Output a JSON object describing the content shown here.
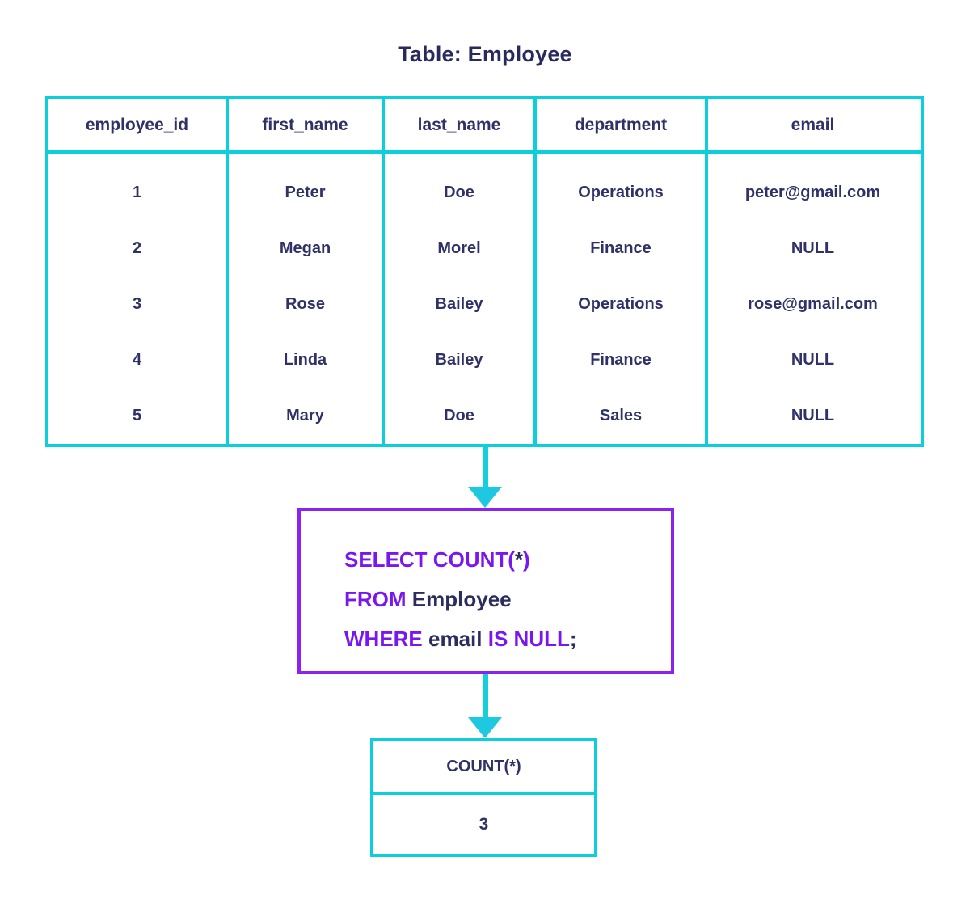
{
  "title": "Table: Employee",
  "colors": {
    "table_border": "#0dcfdc",
    "query_border": "#8b22f0",
    "keyword": "#7a16ef",
    "identifier": "#2b2d5f",
    "text": "#2f3167",
    "arrow": "#14cfdc"
  },
  "employee_table": {
    "columns": [
      {
        "key": "employee_id",
        "label": "employee_id"
      },
      {
        "key": "first_name",
        "label": "first_name"
      },
      {
        "key": "last_name",
        "label": "last_name"
      },
      {
        "key": "department",
        "label": "department"
      },
      {
        "key": "email",
        "label": "email"
      }
    ],
    "rows": [
      {
        "employee_id": "1",
        "first_name": "Peter",
        "last_name": "Doe",
        "department": "Operations",
        "email": "peter@gmail.com"
      },
      {
        "employee_id": "2",
        "first_name": "Megan",
        "last_name": "Morel",
        "department": "Finance",
        "email": "NULL"
      },
      {
        "employee_id": "3",
        "first_name": "Rose",
        "last_name": "Bailey",
        "department": "Operations",
        "email": "rose@gmail.com"
      },
      {
        "employee_id": "4",
        "first_name": "Linda",
        "last_name": "Bailey",
        "department": "Finance",
        "email": "NULL"
      },
      {
        "employee_id": "5",
        "first_name": "Mary",
        "last_name": "Doe",
        "department": "Sales",
        "email": "NULL"
      }
    ]
  },
  "sql_query": {
    "full_text": "SELECT COUNT(*) FROM Employee WHERE email IS NULL;",
    "line1": {
      "kw1": "SELECT COUNT",
      "paren_open": "(",
      "star": "*",
      "paren_close": ")"
    },
    "line2": {
      "kw": "FROM",
      "identifier": "Employee"
    },
    "line3": {
      "kw1": "WHERE",
      "identifier": "email",
      "kw2": "IS NULL",
      "terminator": ";"
    }
  },
  "result_table": {
    "header": "COUNT(*)",
    "value": "3"
  },
  "arrows": {
    "table_to_query": "down-arrow-icon",
    "query_to_result": "down-arrow-icon"
  }
}
